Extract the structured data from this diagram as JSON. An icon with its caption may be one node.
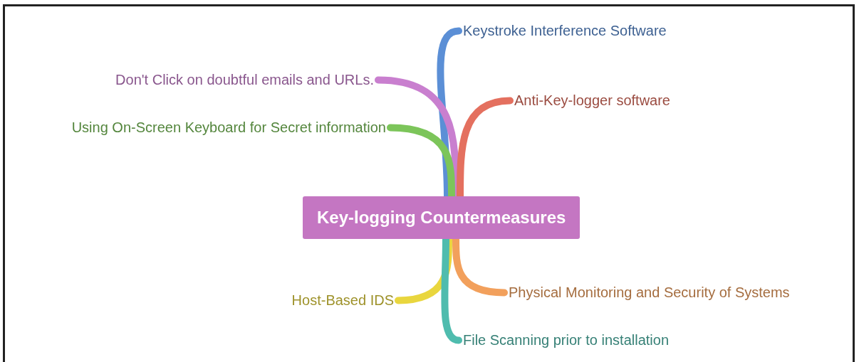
{
  "diagram": {
    "nodes": [
      {
        "text": [
          "Key-logging Countermeasures"
        ]
      },
      {
        "text": [
          "Keystroke Interference Software"
        ]
      },
      {
        "text": [
          "Don't Click on doubtful emails and URLs."
        ]
      },
      {
        "text": [
          "Anti-Key-logger software"
        ]
      },
      {
        "text": [
          "Using On-Screen Keyboard for Secret information"
        ]
      },
      {
        "text": [
          "Host-Based IDS"
        ]
      },
      {
        "text": [
          "Physical Monitoring and Security of Systems"
        ]
      },
      {
        "text": [
          "File Scanning prior to installation"
        ]
      }
    ],
    "edges": [
      {
        "from": 0,
        "to": 1,
        "arrow": "none",
        "color": "#5b8fd6"
      },
      {
        "from": 0,
        "to": 2,
        "arrow": "none",
        "color": "#c97fcf"
      },
      {
        "from": 0,
        "to": 3,
        "arrow": "none",
        "color": "#e4705f"
      },
      {
        "from": 0,
        "to": 4,
        "arrow": "none",
        "color": "#7cc55a"
      },
      {
        "from": 0,
        "to": 5,
        "arrow": "none",
        "color": "#e9d63e"
      },
      {
        "from": 0,
        "to": 6,
        "arrow": "none",
        "color": "#f2a05c"
      },
      {
        "from": 0,
        "to": 7,
        "arrow": "none",
        "color": "#4fbcae"
      }
    ]
  }
}
